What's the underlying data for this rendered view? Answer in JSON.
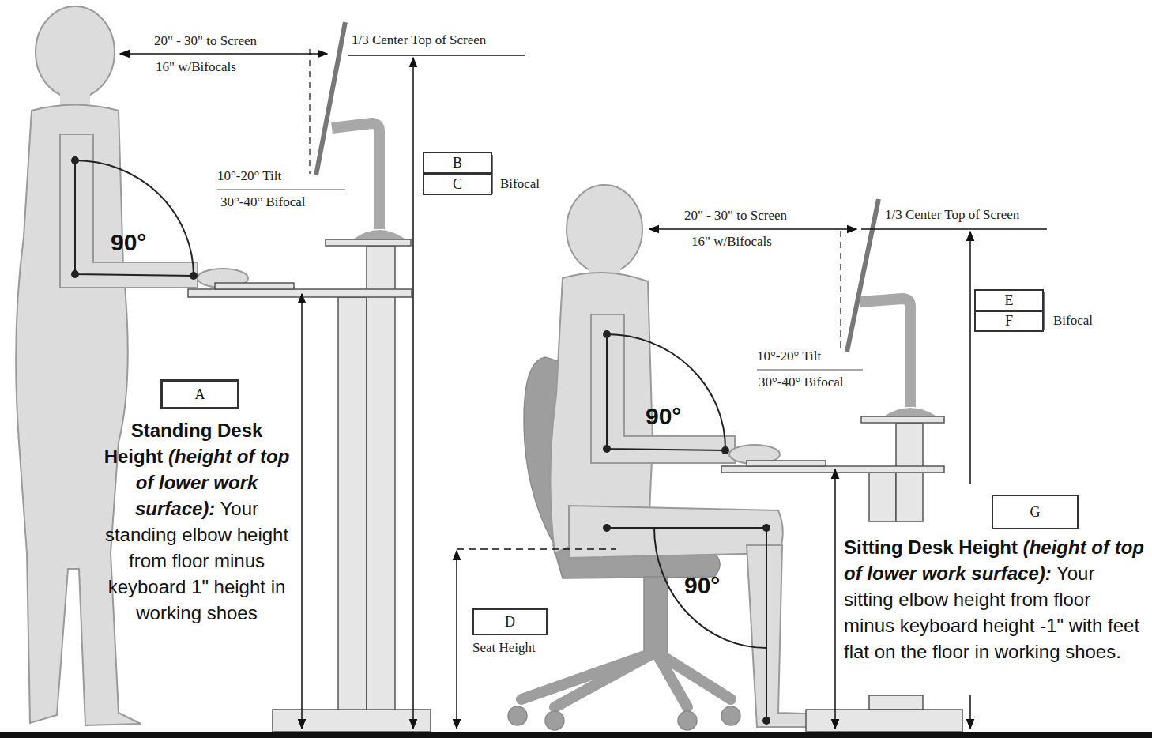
{
  "diagram": {
    "nodes": [
      {
        "text": [
          "A"
        ]
      },
      {
        "text": [
          "B"
        ]
      },
      {
        "text": [
          "C"
        ]
      },
      {
        "text": [
          "D"
        ]
      },
      {
        "text": [
          "E"
        ]
      },
      {
        "text": [
          "F"
        ]
      },
      {
        "text": [
          "G"
        ]
      }
    ],
    "labels": [
      "20\" - 30\" to Screen",
      "16\" w/Bifocals",
      "1/3 Center Top of Screen",
      "10°-20° Tilt",
      "30°-40° Bifocal",
      "Bifocal",
      "90°",
      "Standing Desk Height",
      "(height of top of lower work surface):",
      "Your standing elbow height from floor minus keyboard 1\" height in working shoes",
      "20\" - 30\" to Screen",
      "16\" w/Bifocals",
      "1/3 Center Top of Screen",
      "10°-20° Tilt",
      "30°-40° Bifocal",
      "Bifocal",
      "90°",
      "90°",
      "Seat Height",
      "Sitting Desk Height",
      "(height of top of lower work surface):",
      "Your sitting elbow height from floor minus keyboard height -1\" with feet flat on the floor in working shoes."
    ]
  }
}
